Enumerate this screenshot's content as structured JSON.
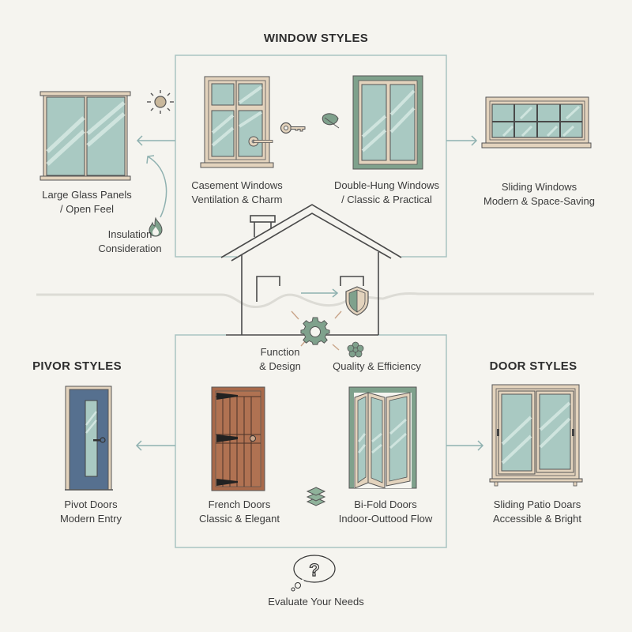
{
  "headings": {
    "window_styles": "WINDOW STYLES",
    "pivot_styles": "PIVOR STYLES",
    "door_styles": "DOOR STYLES"
  },
  "windows": {
    "large_glass": {
      "line1": "Large Glass Panels",
      "line2": "/ Open Feel"
    },
    "casement": {
      "line1": "Casement Windows",
      "line2": "Ventilation & Charm"
    },
    "double_hung": {
      "line1": "Double-Hung Windows",
      "line2": "/ Classic & Practical"
    },
    "sliding": {
      "line1": "Sliding Windows",
      "line2": "Modern & Space-Saving"
    }
  },
  "center": {
    "insulation": {
      "line1": "Insulation",
      "line2": "Consideration"
    },
    "function": {
      "line1": "Function",
      "line2": "& Design"
    },
    "quality": {
      "line1": "Quality & Efficiency"
    }
  },
  "doors": {
    "pivot": {
      "line1": "Pivot Doors",
      "line2": "Modern Entry"
    },
    "french": {
      "line1": "French Doors",
      "line2": "Classic & Elegant"
    },
    "bifold": {
      "line1": "Bi-Fold Doors",
      "line2": "Indoor-Outtood Flow"
    },
    "sliding_patio": {
      "line1": "Sliding Patio Doars",
      "line2": "Accessible & Bright"
    }
  },
  "footer": {
    "label": "Evaluate Your Needs"
  },
  "icons": {
    "sun": "sun-icon",
    "key": "key-icon",
    "leaf": "leaf-icon",
    "flame": "flame-icon",
    "shield": "shield-icon",
    "gear": "gear-icon",
    "flower": "flower-icon",
    "layers": "layers-icon",
    "thought": "question-thought-icon"
  },
  "colors": {
    "background": "#f5f4ef",
    "box_border": "#a9c3c2",
    "glass": "#a9c9c2",
    "frame_beige": "#e3d3bd",
    "frame_green": "#7fa18c",
    "door_blue": "#56708f",
    "door_wood": "#a8694a",
    "line_dark": "#4a4a4a"
  }
}
